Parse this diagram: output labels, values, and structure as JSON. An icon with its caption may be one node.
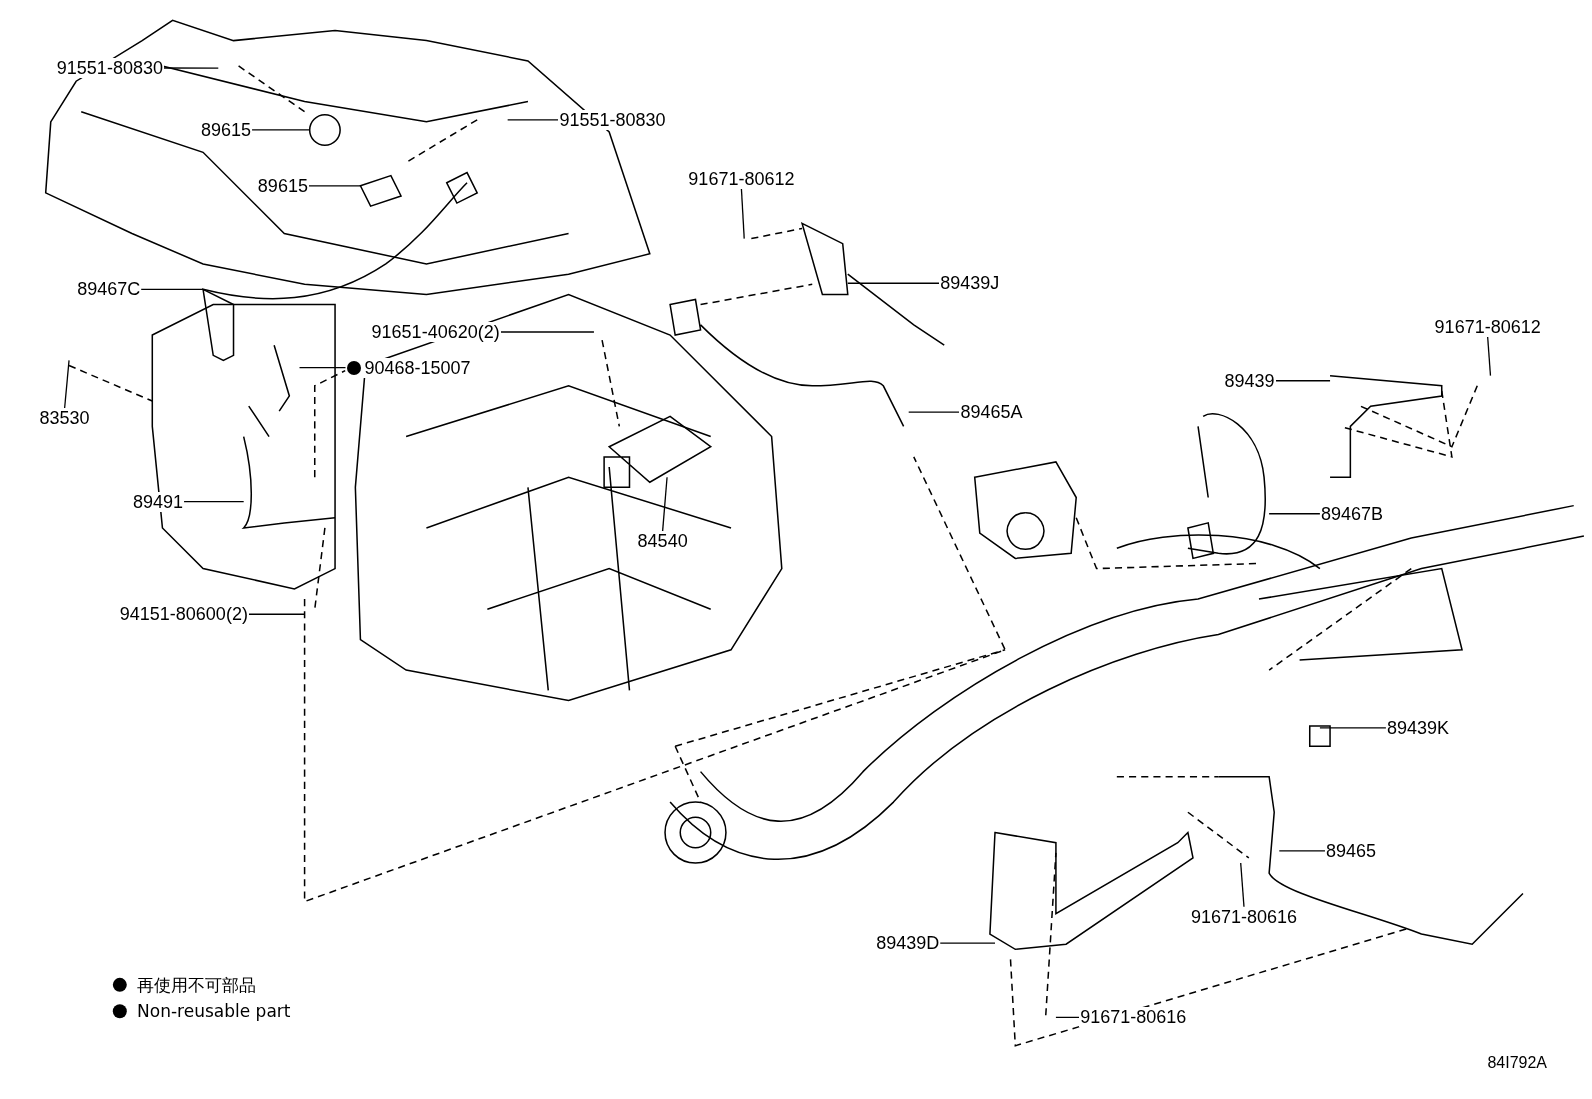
{
  "diagram": {
    "nodes": [
      {
        "text": [
          "91551-80830"
        ]
      },
      {
        "text": [
          "89615"
        ]
      },
      {
        "text": [
          "91551-80830"
        ]
      },
      {
        "text": [
          "89615"
        ]
      },
      {
        "text": [
          "91671-80612"
        ]
      },
      {
        "text": [
          "89439J"
        ]
      },
      {
        "text": [
          "89467C"
        ]
      },
      {
        "text": [
          "91651-40620(2)"
        ]
      },
      {
        "text": [
          "90468-15007"
        ]
      },
      {
        "text": [
          "83530"
        ]
      },
      {
        "text": [
          "91671-80612"
        ]
      },
      {
        "text": [
          "89439"
        ]
      },
      {
        "text": [
          "89465A"
        ]
      },
      {
        "text": [
          "89491"
        ]
      },
      {
        "text": [
          "84540"
        ]
      },
      {
        "text": [
          "89467B"
        ]
      },
      {
        "text": [
          "94151-80600(2)"
        ]
      },
      {
        "text": [
          "89439K"
        ]
      },
      {
        "text": [
          "89465"
        ]
      },
      {
        "text": [
          "91671-80616"
        ]
      },
      {
        "text": [
          "89439D"
        ]
      },
      {
        "text": [
          "91671-80616"
        ]
      }
    ],
    "edges": [
      {
        "from": 0,
        "to": null,
        "arrow": "none"
      },
      {
        "from": 1,
        "to": null,
        "arrow": "none"
      },
      {
        "from": 2,
        "to": null,
        "arrow": "none"
      },
      {
        "from": 3,
        "to": null,
        "arrow": "none"
      },
      {
        "from": 4,
        "to": null,
        "arrow": "none"
      },
      {
        "from": 5,
        "to": null,
        "arrow": "none"
      },
      {
        "from": 6,
        "to": null,
        "arrow": "none"
      },
      {
        "from": 7,
        "to": null,
        "arrow": "none"
      },
      {
        "from": 8,
        "to": null,
        "arrow": "none"
      },
      {
        "from": 9,
        "to": null,
        "arrow": "none"
      },
      {
        "from": 10,
        "to": null,
        "arrow": "none"
      },
      {
        "from": 11,
        "to": null,
        "arrow": "none"
      },
      {
        "from": 12,
        "to": null,
        "arrow": "none"
      },
      {
        "from": 13,
        "to": null,
        "arrow": "none"
      },
      {
        "from": 14,
        "to": null,
        "arrow": "none"
      },
      {
        "from": 15,
        "to": null,
        "arrow": "none"
      },
      {
        "from": 16,
        "to": null,
        "arrow": "none"
      },
      {
        "from": 17,
        "to": null,
        "arrow": "none"
      },
      {
        "from": 18,
        "to": null,
        "arrow": "none"
      },
      {
        "from": 19,
        "to": null,
        "arrow": "none"
      },
      {
        "from": 20,
        "to": null,
        "arrow": "none"
      },
      {
        "from": 21,
        "to": null,
        "arrow": "none"
      }
    ],
    "labels": [
      "84I792A"
    ],
    "legend": [
      {
        "text": "再使用不可部品"
      },
      {
        "text": "Non-reusable part"
      }
    ]
  }
}
